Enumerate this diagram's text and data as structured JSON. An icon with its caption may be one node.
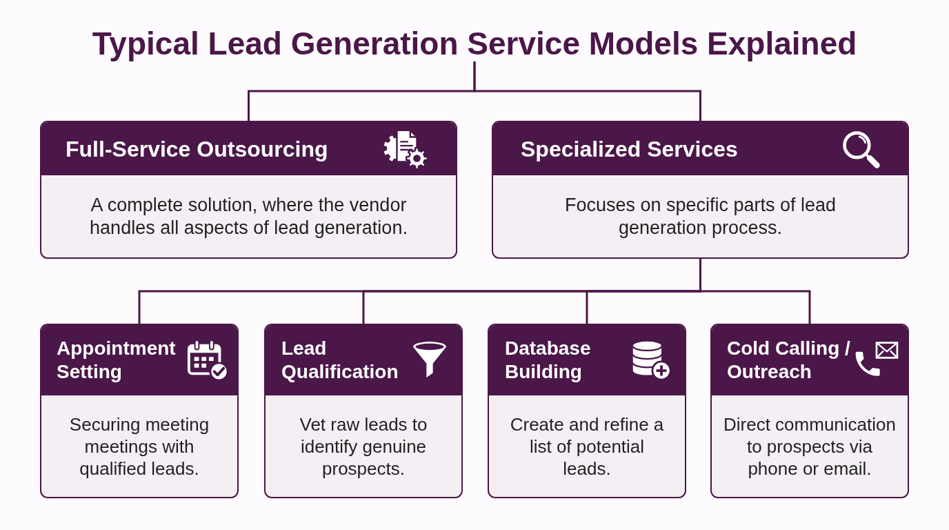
{
  "diagram": {
    "nodes": [
      {
        "text": [
          "Typical Lead Generation Service Models Explained"
        ]
      },
      {
        "text": [
          "Full-Service Outsourcing",
          "A complete solution, where the vendor handles all aspects of lead generation."
        ]
      },
      {
        "text": [
          "Specialized Services",
          "Focuses on specific parts of lead generation process."
        ]
      },
      {
        "text": [
          "Appointment Setting",
          "Securing meeting meetings with qualified leads."
        ]
      },
      {
        "text": [
          "Lead Qualification",
          "Vet raw leads to identify genuine prospects."
        ]
      },
      {
        "text": [
          "Database Building",
          "Create and refine a list of potential leads."
        ]
      },
      {
        "text": [
          "Cold Calling / Outreach",
          "Direct communication to prospects via phone or email."
        ]
      }
    ],
    "edges": [
      {
        "from": 0,
        "to": 1,
        "arrow": "none"
      },
      {
        "from": 0,
        "to": 2,
        "arrow": "none"
      },
      {
        "from": 2,
        "to": 3,
        "arrow": "none"
      },
      {
        "from": 2,
        "to": 4,
        "arrow": "none"
      },
      {
        "from": 2,
        "to": 5,
        "arrow": "none"
      },
      {
        "from": 2,
        "to": 6,
        "arrow": "none"
      }
    ]
  }
}
